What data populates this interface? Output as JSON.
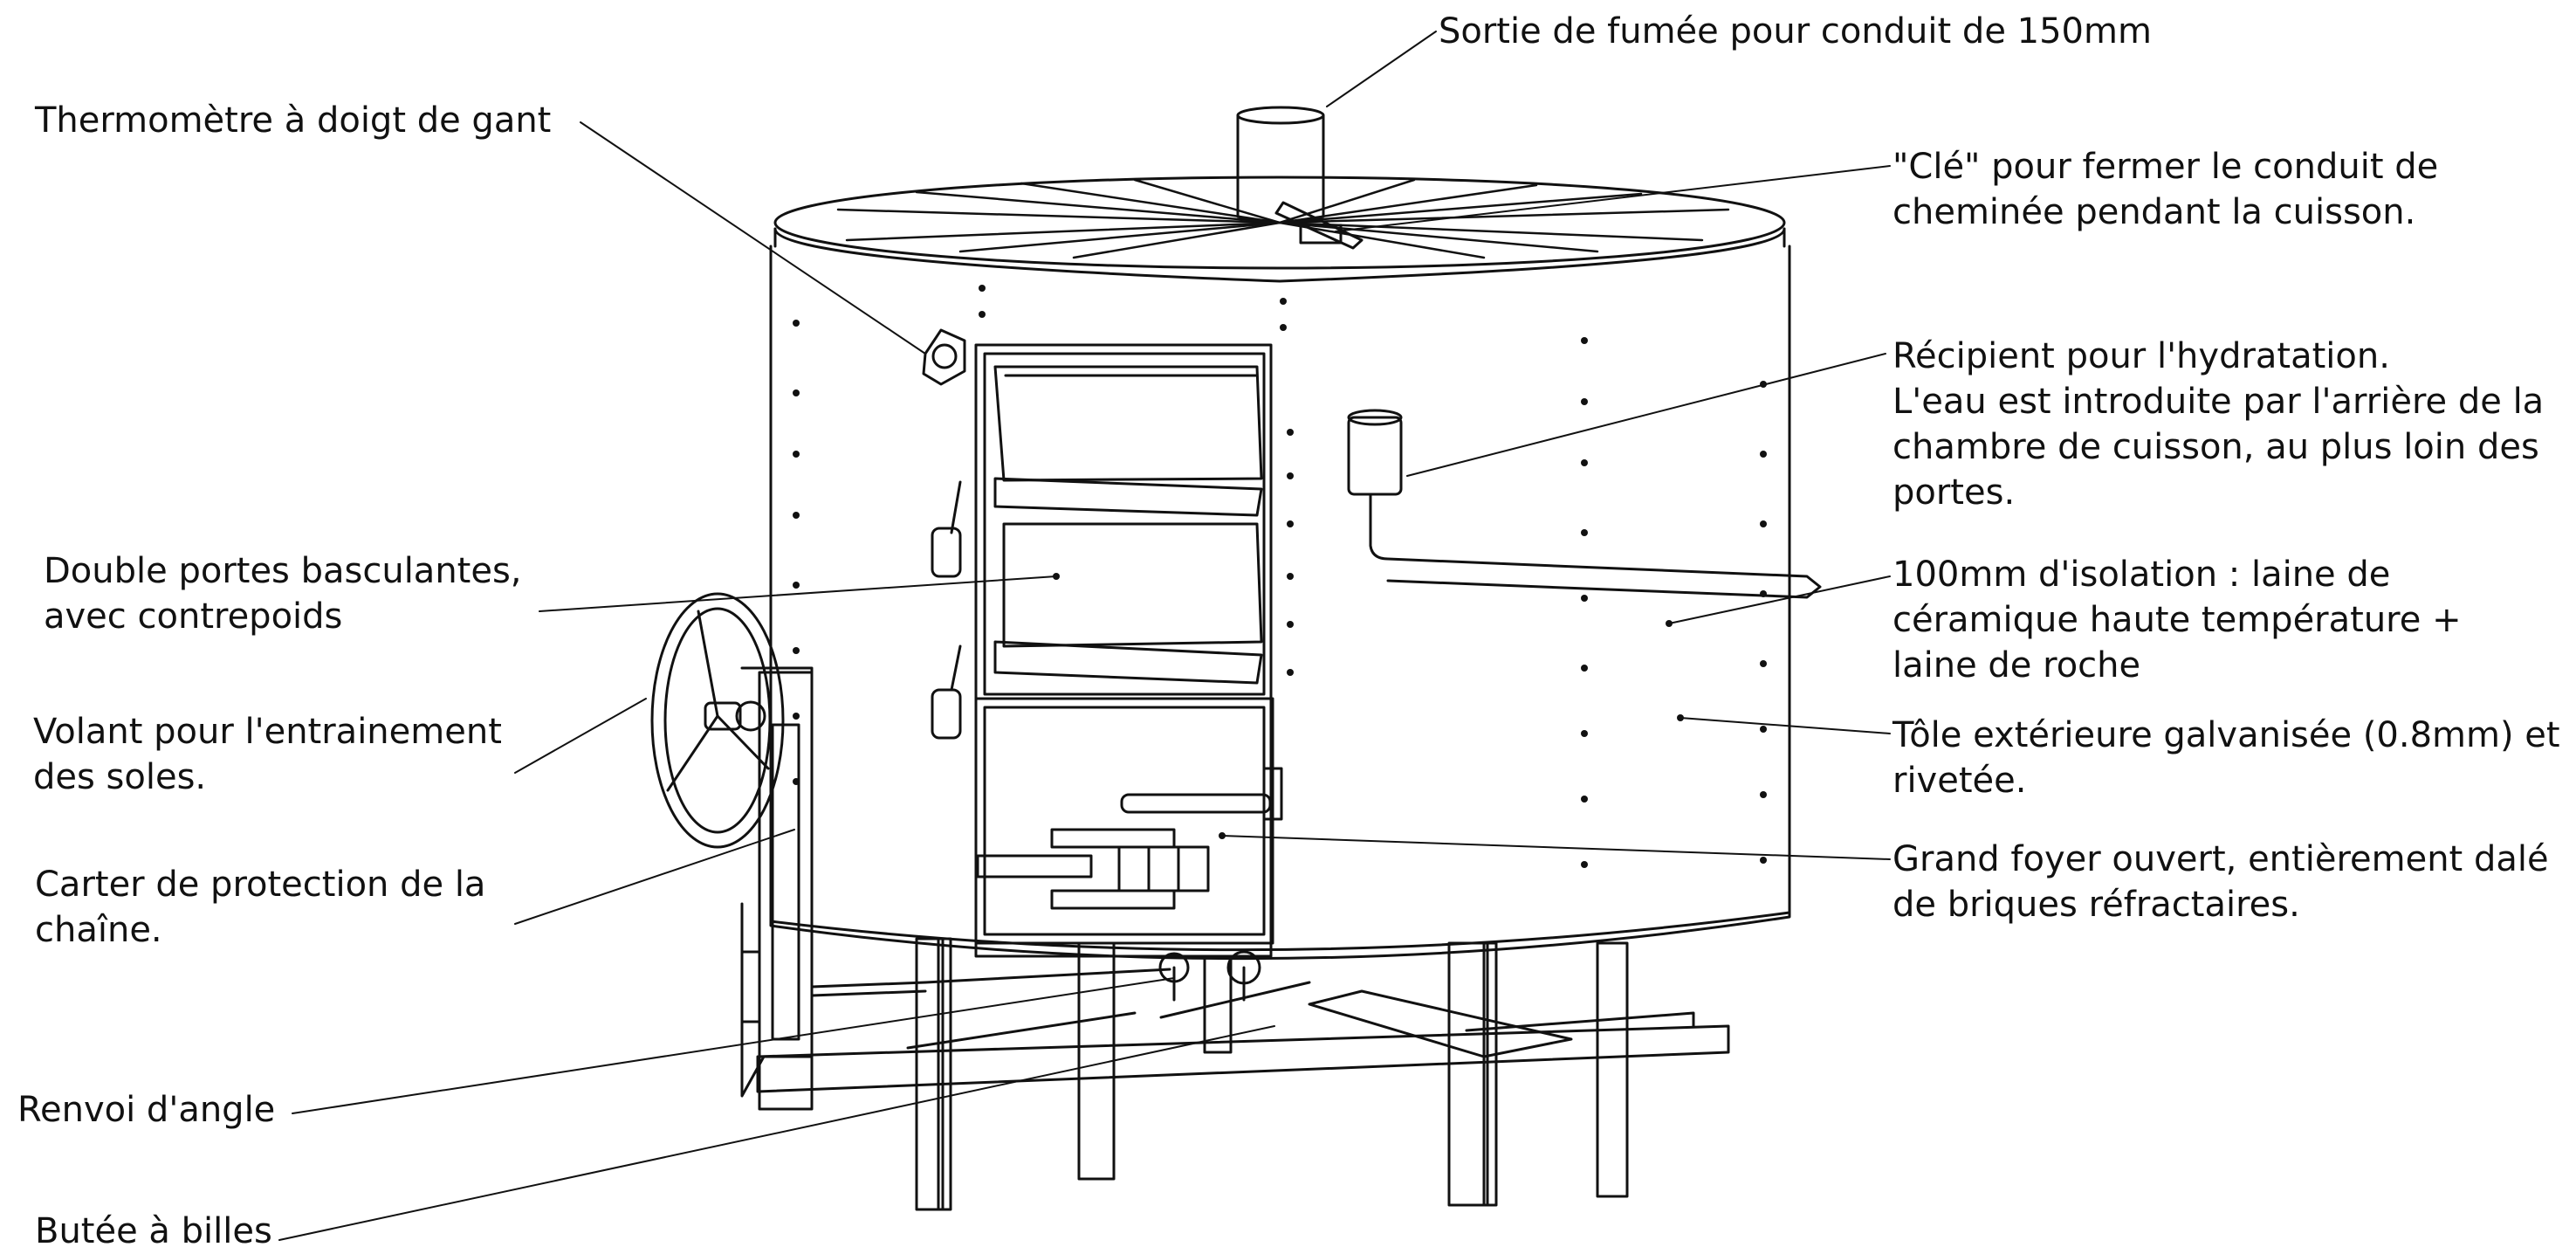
{
  "labels": {
    "chimney_outlet": [
      "Sortie de fumée pour conduit de 150mm"
    ],
    "thermometer": [
      "Thermomètre à doigt de gant"
    ],
    "damper_key": [
      "\"Clé\" pour fermer le conduit de",
      "cheminée pendant la cuisson."
    ],
    "water_container": [
      "Récipient pour l'hydratation.",
      "L'eau est introduite par l'arrière de la",
      "chambre de cuisson, au plus loin des",
      "portes."
    ],
    "double_doors": [
      "Double portes basculantes,",
      "avec contrepoids"
    ],
    "insulation": [
      "100mm d'isolation : laine de",
      "céramique haute température +",
      "laine de roche"
    ],
    "handwheel": [
      "Volant pour l'entrainement",
      "des soles."
    ],
    "outer_sheet": [
      "Tôle extérieure galvanisée (0.8mm) et",
      "rivetée."
    ],
    "chain_guard": [
      "Carter de protection de la",
      "chaîne."
    ],
    "firebox": [
      "Grand foyer ouvert, entièrement dalé",
      "de briques réfractaires."
    ],
    "angle_gear": [
      "Renvoi d'angle"
    ],
    "thrust_bearing": [
      "Butée à billes"
    ]
  },
  "colors": {
    "line": "#111111",
    "background": "#ffffff"
  }
}
